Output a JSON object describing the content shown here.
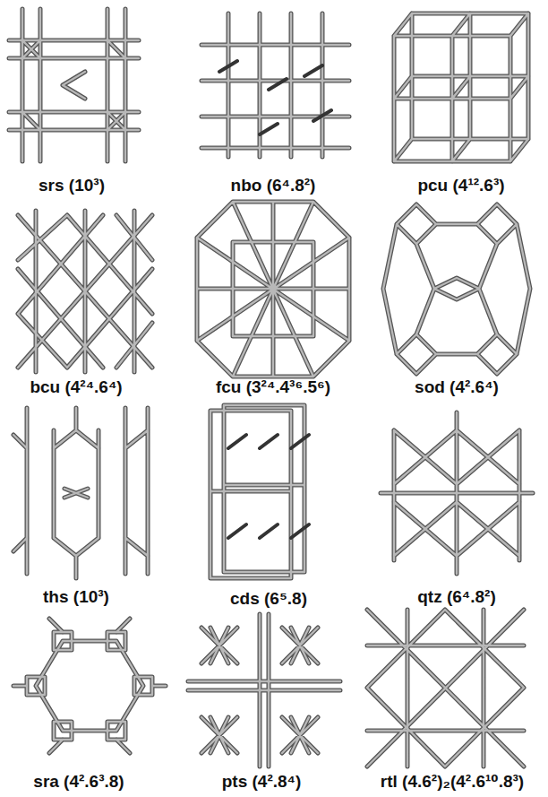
{
  "diagram": {
    "labels": [
      "srs (10³)",
      "nbo (6⁴.8²)",
      "pcu (4¹².6³)",
      "bcu (4²⁴.6⁴)",
      "fcu (3²⁴.4³⁶.5⁶)",
      "sod (4².6⁴)",
      "ths (10³)",
      "cds (6⁵.8)",
      "qtz (6⁴.8²)",
      "sra (4².6³.8)",
      "pts (4².8⁴)",
      "rtl (4.6²)₂(4².6¹⁰.8³)"
    ]
  }
}
